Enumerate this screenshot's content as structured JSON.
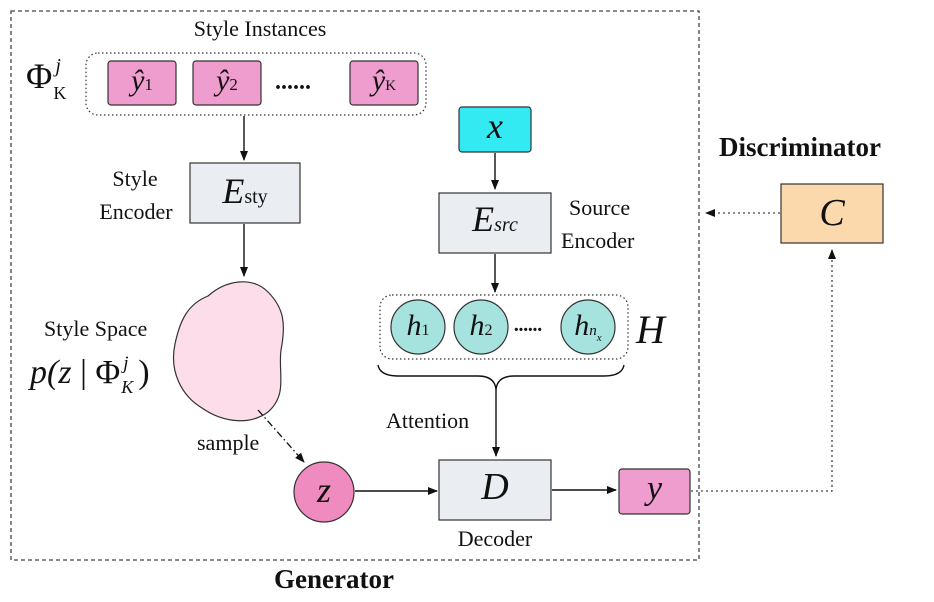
{
  "style_instances": {
    "title": "Style Instances",
    "set_label": {
      "base": "Φ",
      "sub": "K",
      "sup": "j"
    },
    "items": [
      {
        "base": "ŷ",
        "sub": "1"
      },
      {
        "base": "ŷ",
        "sub": "2"
      },
      {
        "base": "ŷ",
        "sub": "K"
      }
    ],
    "ellipsis": "······"
  },
  "style_encoder": {
    "line1": "Style",
    "line2": "Encoder",
    "base": "E",
    "sub": "sty"
  },
  "style_space": {
    "label": "Style Space",
    "formula_p": "p(",
    "formula_z": "z",
    "formula_bar": " | Φ",
    "formula_sub": "K",
    "formula_sup": "j",
    "formula_close": ")"
  },
  "sample_label": "sample",
  "latent": "z",
  "source_input": "x",
  "source_encoder": {
    "line1": "Source",
    "line2": "Encoder",
    "base": "E",
    "sub": "src"
  },
  "hidden_states": {
    "label": "H",
    "items": [
      {
        "base": "h",
        "sub": "1"
      },
      {
        "base": "h",
        "sub": "2"
      },
      {
        "base": "h",
        "sub": "n",
        "subsub": "x"
      }
    ],
    "ellipsis": "······"
  },
  "attention_label": "Attention",
  "decoder": {
    "symbol": "D",
    "label": "Decoder"
  },
  "output": "y",
  "discriminator": {
    "title": "Discriminator",
    "symbol": "C"
  },
  "generator_title": "Generator",
  "colors": {
    "pink": "#ef9ccf",
    "cyan": "#33e9f2",
    "teal_circle": "#a7e3de",
    "encoder_gray": "#eaeef2",
    "discriminator_fill": "#fbd9ad",
    "style_space_fill": "#fcdde9",
    "z_fill": "#f08bbf"
  }
}
